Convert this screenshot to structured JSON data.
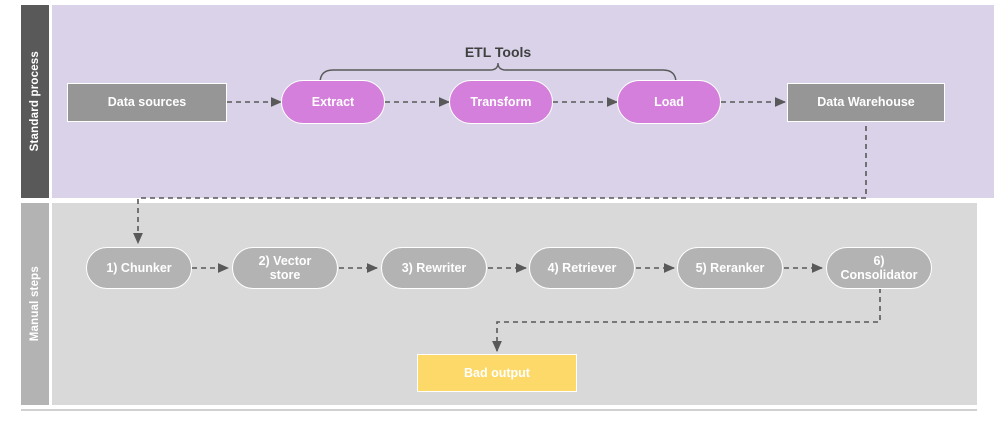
{
  "lanes": [
    {
      "id": "standard-process",
      "label": "Standard process",
      "band_color": "#595959",
      "body_color": "#D9D2E9"
    },
    {
      "id": "manual-steps",
      "label": "Manual steps",
      "band_color": "#B3B3B3",
      "body_color": "#D9D9D9"
    }
  ],
  "annotations": {
    "etl_bracket_label": "ETL Tools"
  },
  "standard_process": {
    "nodes": [
      {
        "id": "data-sources",
        "label": "Data sources",
        "shape": "rect",
        "color": "#969696"
      },
      {
        "id": "extract",
        "label": "Extract",
        "shape": "pill",
        "color": "#D47FDB"
      },
      {
        "id": "transform",
        "label": "Transform",
        "shape": "pill",
        "color": "#D47FDB"
      },
      {
        "id": "load",
        "label": "Load",
        "shape": "pill",
        "color": "#D47FDB"
      },
      {
        "id": "data-warehouse",
        "label": "Data Warehouse",
        "shape": "rect",
        "color": "#969696"
      }
    ]
  },
  "manual_steps": {
    "nodes": [
      {
        "id": "chunker",
        "label": "1) Chunker",
        "shape": "pill",
        "color": "#B3B3B3"
      },
      {
        "id": "vector-store",
        "label": "2) Vector store",
        "shape": "pill",
        "color": "#B3B3B3"
      },
      {
        "id": "rewriter",
        "label": "3) Rewriter",
        "shape": "pill",
        "color": "#B3B3B3"
      },
      {
        "id": "retriever",
        "label": "4) Retriever",
        "shape": "pill",
        "color": "#B3B3B3"
      },
      {
        "id": "reranker",
        "label": "5) Reranker",
        "shape": "pill",
        "color": "#B3B3B3"
      },
      {
        "id": "consolidator",
        "label": "6) Consolidator",
        "shape": "pill",
        "color": "#B3B3B3"
      }
    ],
    "output": {
      "id": "bad-output",
      "label": "Bad output",
      "shape": "rect",
      "color": "#FCD968"
    }
  },
  "colors": {
    "connector": "#595959",
    "node_border": "#ffffff",
    "bracket": "#595959",
    "bottom_rule": "#D0D0D0"
  }
}
